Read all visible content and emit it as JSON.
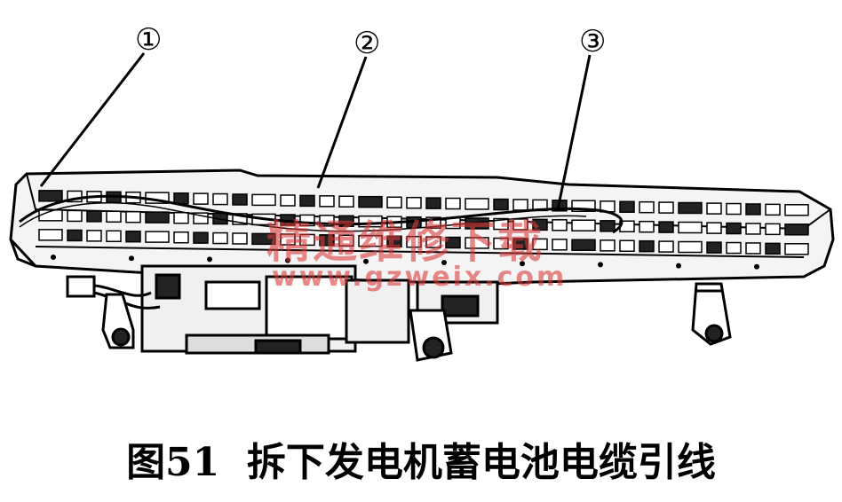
{
  "callouts": [
    {
      "label": "①"
    },
    {
      "label": "②"
    },
    {
      "label": "③"
    }
  ],
  "watermark": {
    "text": "精通维修下载",
    "url": "www.gzweix.com",
    "color": "#d93a3a"
  },
  "caption": {
    "text": "图51  拆下发电机蓄电池电缆引线"
  }
}
